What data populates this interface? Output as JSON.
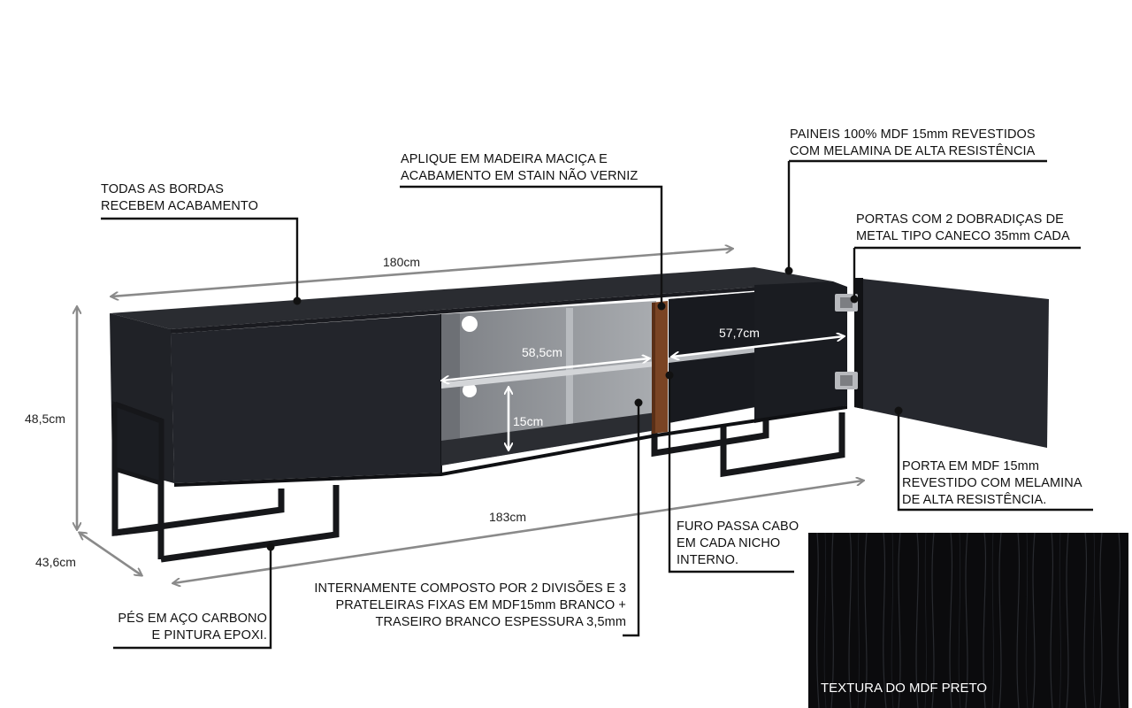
{
  "callouts": {
    "bordas": "TODAS AS BORDAS\nRECEBEM ACABAMENTO",
    "aplique": "APLIQUE EM MADEIRA MACIÇA E\nACABAMENTO EM STAIN NÃO VERNIZ",
    "paineis": "PAINEIS 100% MDF 15mm REVESTIDOS\nCOM MELAMINA DE ALTA RESISTÊNCIA",
    "portas": "PORTAS COM 2 DOBRADIÇAS DE\nMETAL TIPO CANECO 35mm CADA",
    "porta_mdf": "PORTA EM MDF 15mm\nREVESTIDO COM MELAMINA\nDE ALTA RESISTÊNCIA.",
    "furo": "FURO PASSA CABO\nEM CADA NICHO\nINTERNO.",
    "interno": "INTERNAMENTE COMPOSTO POR 2 DIVISÕES E 3\nPRATELEIRAS FIXAS EM MDF15mm BRANCO +\nTRASEIRO BRANCO ESPESSURA 3,5mm",
    "pes": "PÉS EM AÇO CARBONO\nE PINTURA EPOXI."
  },
  "dimensions": {
    "largura_topo": "180cm",
    "largura_base": "183cm",
    "altura": "48,5cm",
    "profundidade": "43,6cm",
    "nicho_esquerdo": "58,5cm",
    "nicho_direito": "57,7cm",
    "altura_nicho": "15cm"
  },
  "texture_caption": "TEXTURA DO MDF PRETO",
  "colors": {
    "furniture": "#1b1d22",
    "interior": "#9a9da2",
    "wood_accent": "#7a4424",
    "arrow": "#8a8a8a",
    "leader": "#111111"
  }
}
